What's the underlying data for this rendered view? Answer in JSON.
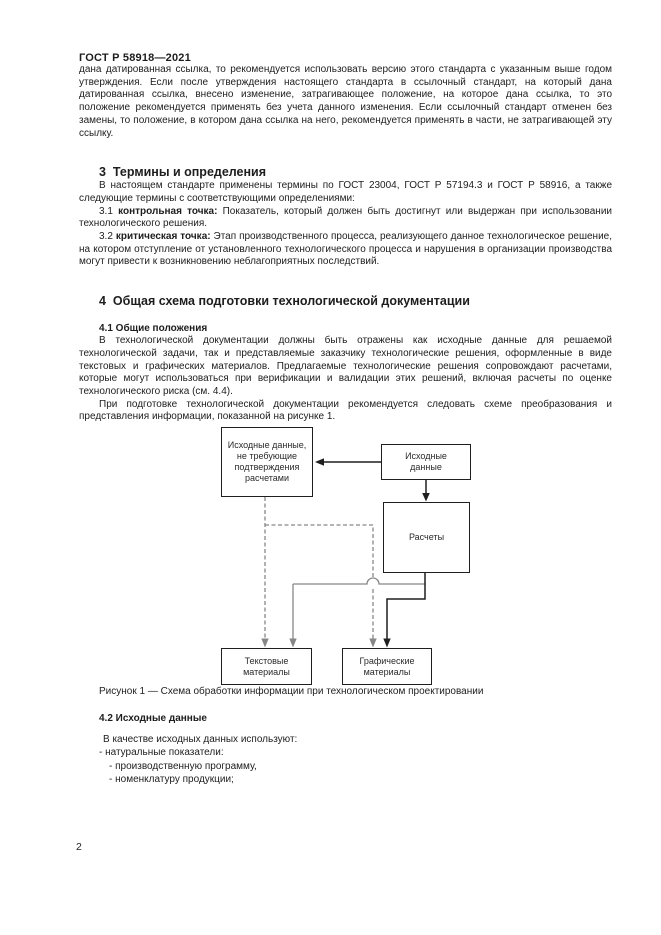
{
  "doc": {
    "header": "ГОСТ Р 58918—2021",
    "page_number": "2"
  },
  "intro_paragraph": "дана датированная ссылка, то рекомендуется использовать версию этого стандарта с указанным выше годом утверждения. Если после утверждения настоящего стандарта в ссылочный стандарт, на который дана датированная ссылка, внесено изменение, затрагивающее положение, на которое дана ссылка, то это положение рекомендуется применять без учета данного изменения. Если ссылочный стандарт отменен без замены, то положение, в котором дана ссылка на него, рекомендуется применять в части, не затрагивающей эту ссылку.",
  "section3": {
    "heading": "3  Термины и определения",
    "intro": "В настоящем стандарте применены термины по ГОСТ 23004, ГОСТ Р 57194.3 и ГОСТ Р 58916, а также следующие термины с соответствующими определениями:",
    "term31_num": "3.1 ",
    "term31": "контрольная точка:",
    "term31_def": " Показатель, который должен быть достигнут или выдержан при использовании технологического решения.",
    "term32_num": "3.2 ",
    "term32": "критическая точка:",
    "term32_def": " Этап производственного процесса, реализующего данное технологическое решение, на котором отступление от установленного технологического процесса и нарушения в организации производства могут привести к возникновению неблагоприятных последствий."
  },
  "section4": {
    "heading": "4  Общая схема подготовки технологической документации",
    "sub41_heading": "4.1 Общие положения",
    "p1": "В технологической документации должны быть отражены как исходные данные для решаемой технологической задачи, так и представляемые заказчику технологические решения, оформленные в виде текстовых и графических материалов. Предлагаемые технологические решения сопровождают расчетами, которые могут использоваться при верификации и валидации этих решений, включая расчеты по оценке технологического риска (см. 4.4).",
    "p2": "При подготовке технологической документации рекомендуется следовать схеме преобразования и представления информации, показанной на рисунке 1.",
    "sub42_heading": "4.2 Исходные данные",
    "list_intro": "В качестве исходных данных используют:",
    "list": [
      "- натуральные показатели:",
      "- производственную программу,",
      "- номенклатуру продукции;"
    ]
  },
  "figure1": {
    "caption": "Рисунок 1 — Схема обработки информации при технологическом проектировании",
    "boxes": {
      "source_unconfirmed": "Исходные данные,\nне требующие\nподтверждения\nрасчетами",
      "source": "Исходные\nданные",
      "calculations": "Расчеты",
      "text_materials": "Текстовые\nматериалы",
      "graphic_materials": "Графические\nматериалы"
    },
    "colors": {
      "solid_line": "#1f1f1f",
      "secondary_line": "#878787"
    }
  }
}
